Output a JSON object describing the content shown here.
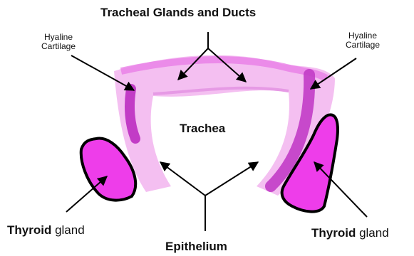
{
  "labels": {
    "title": "Tracheal Glands and Ducts",
    "hyaline_left_line1": "Hyaline",
    "hyaline_left_line2": "Cartilage",
    "hyaline_right_line1": "Hyaline",
    "hyaline_right_line2": "Cartilage",
    "trachea": "Trachea",
    "thyroid_left_bold": "Thyroid",
    "thyroid_left_rest": " gland",
    "thyroid_right_bold": "Thyroid",
    "thyroid_right_rest": " gland",
    "epithelium": "Epithelium"
  },
  "colors": {
    "tissue_light": "#f3b8f0",
    "tissue_mid": "#e87ae6",
    "cartilage": "#c23cc6",
    "thyroid_fill": "#ee3dea",
    "outline": "#000000",
    "arrow": "#000000"
  }
}
